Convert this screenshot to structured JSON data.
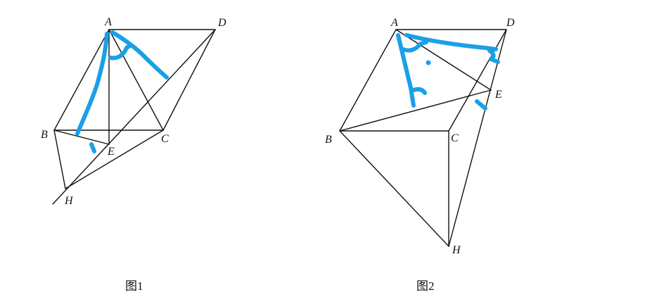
{
  "figures": [
    {
      "caption": "图1",
      "points": {
        "A": "A",
        "B": "B",
        "C": "C",
        "D": "D",
        "E": "E",
        "H": "H"
      }
    },
    {
      "caption": "图2",
      "points": {
        "A": "A",
        "B": "B",
        "C": "C",
        "D": "D",
        "E": "E",
        "H": "H"
      }
    }
  ],
  "colors": {
    "lines": "#111111",
    "annotation_ink": "#1aa0e8"
  }
}
